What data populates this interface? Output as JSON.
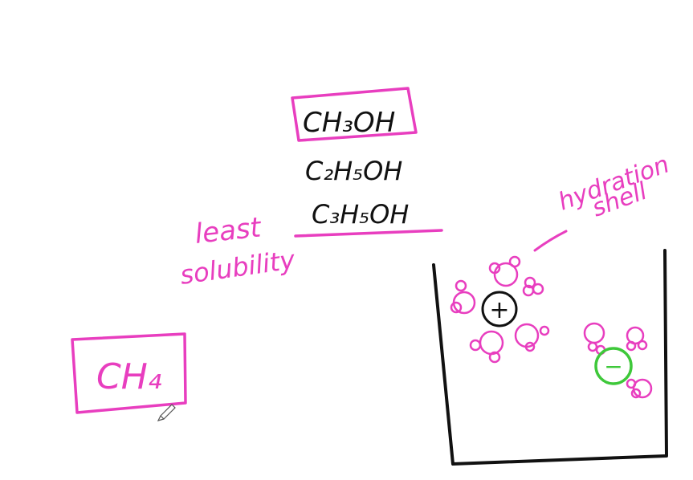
{
  "colors": {
    "pink": "#e83ebf",
    "black": "#111111",
    "green": "#3ec83a"
  },
  "formulas": {
    "methanol": "CH₃OH",
    "ethanol": "C₂H₅OH",
    "propanol": "C₃H₅OH"
  },
  "labels": {
    "least": "least",
    "solubility": "solubility",
    "hydration": "hydration",
    "shell": "shell",
    "methane": "CH₄"
  },
  "ions": {
    "cation_symbol": "+",
    "anion_symbol": "−"
  },
  "icons": {
    "cursor": "pen-cursor-icon"
  }
}
